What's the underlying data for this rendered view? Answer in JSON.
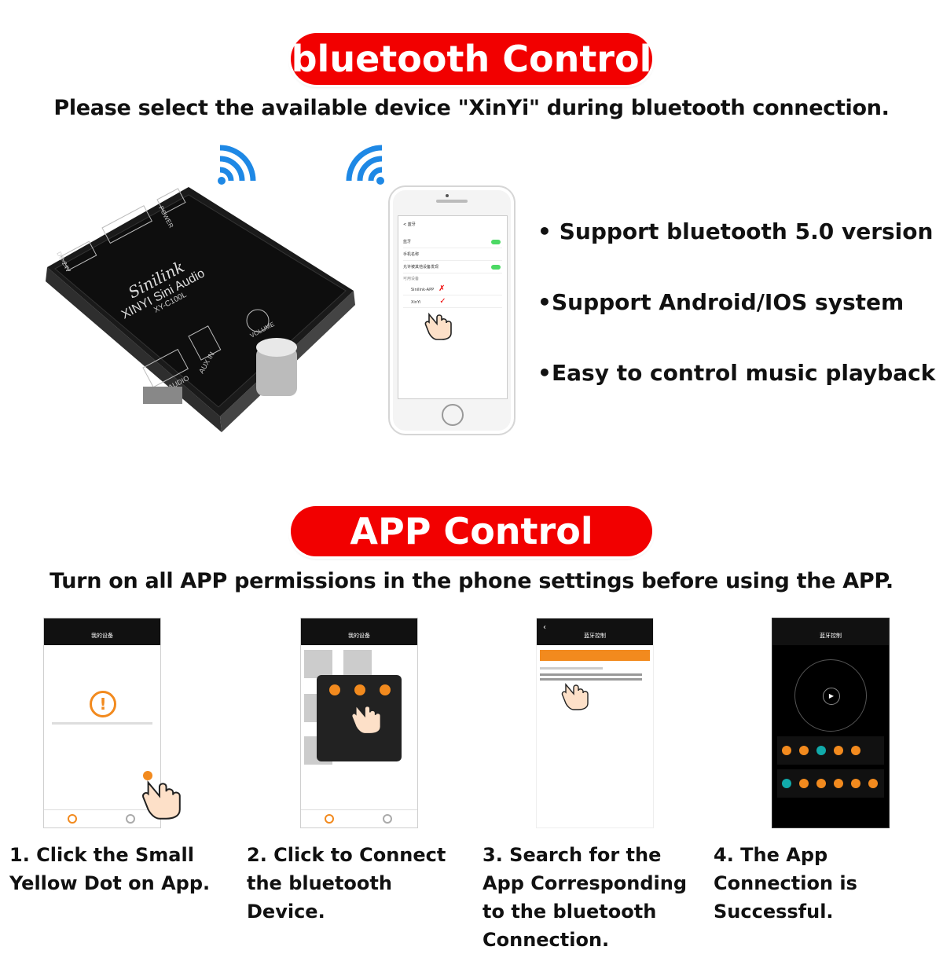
{
  "section1": {
    "title": "bluetooth Control",
    "subtitle": "Please select the available device \"XinYi\" during bluetooth connection.",
    "features": [
      "Support bluetooth 5.0 version",
      "Support Android/IOS system",
      "Easy to control music playback"
    ],
    "board": {
      "brand": "Sinilink",
      "model_line1": "XINYI Sini Audio",
      "model_line2": "XY-C100L",
      "label_usb": "USB AUDIO",
      "label_aux": "AUX IN",
      "label_volume": "VOLUME",
      "label_power": "POWER",
      "label_dc": "DC-24V"
    },
    "phone": {
      "back": "< 蓝牙",
      "rows": [
        "蓝牙",
        "手机名称",
        "允许被其他设备发现"
      ],
      "list_header": "可用设备",
      "devices": [
        "Sinilink-APP",
        "XinYi"
      ]
    }
  },
  "section2": {
    "title": "APP Control",
    "subtitle": "Turn on all APP permissions in the phone settings before using the APP.",
    "steps": [
      {
        "screen_title": "我的设备",
        "caption": "1. Click the Small Yellow Dot on App."
      },
      {
        "screen_title": "我的设备",
        "caption": "2. Click to Connect the bluetooth Device."
      },
      {
        "screen_title": "蓝牙控制",
        "caption": "3. Search for the App Corresponding to the bluetooth Connection."
      },
      {
        "screen_title": "蓝牙控制",
        "caption": "4. The App Connection is Successful."
      }
    ]
  },
  "colors": {
    "accent": "#f20000",
    "orange": "#f28a1e",
    "wifi": "#1e88e5"
  }
}
